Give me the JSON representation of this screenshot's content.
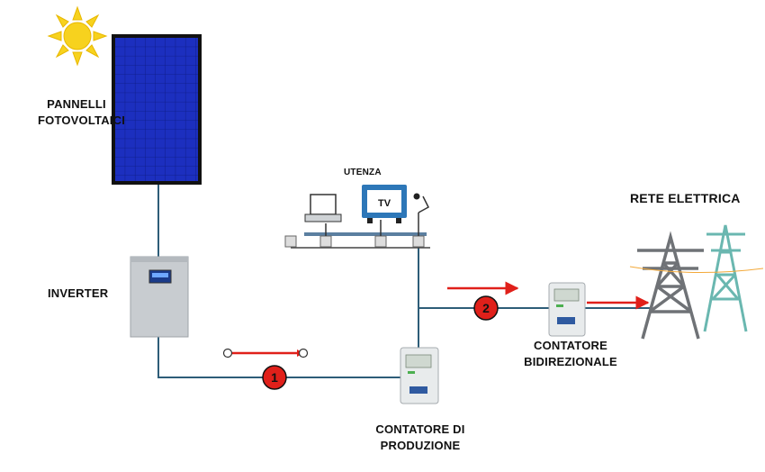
{
  "labels": {
    "pannelli": "PANNELLI\nFOTOVOLTAICI",
    "inverter": "INVERTER",
    "utenza": "UTENZA",
    "rete": "RETE ELETTRICA",
    "contatore_bidirezionale": "CONTATORE\nBIDIREZIONALE",
    "contatore_produzione": "CONTATORE DI\nPRODUZIONE",
    "tv": "TV"
  },
  "markers": {
    "one": "1",
    "two": "2"
  },
  "icons": {
    "sun": "sun-icon",
    "panel": "solar-panel-icon",
    "inverter": "inverter-icon",
    "laptop": "laptop-icon",
    "tv": "tv-icon",
    "lamp": "lamp-icon",
    "meter": "energy-meter-icon",
    "pylon": "electricity-pylon-icon"
  },
  "colors": {
    "wire": "#2e5d78",
    "arrow": "#e0201a",
    "marker": "#e0201a",
    "panel": "#1c2fbf",
    "sun": "#f7d21e",
    "pylon_front": "#6f7276",
    "pylon_back": "#5ab0a8"
  }
}
